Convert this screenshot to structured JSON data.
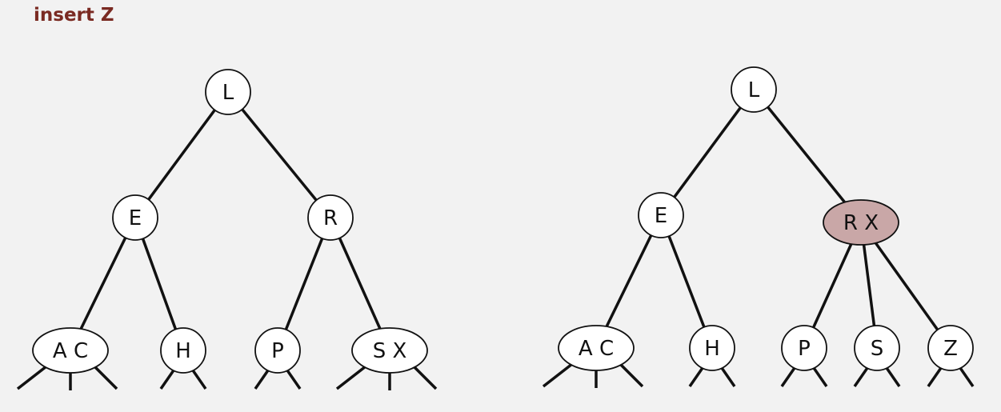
{
  "title": "insert Z",
  "colors": {
    "title": "#7a2a22",
    "node_fill": "#ffffff",
    "highlight_fill": "#c9a7a7",
    "edge": "#111111",
    "background": "#f2f2f2"
  },
  "trees": [
    {
      "id": "before",
      "nodes": [
        {
          "id": "L",
          "label": "L"
        },
        {
          "id": "E",
          "label": "E"
        },
        {
          "id": "R",
          "label": "R"
        },
        {
          "id": "AC",
          "label": "A C"
        },
        {
          "id": "H",
          "label": "H"
        },
        {
          "id": "P",
          "label": "P"
        },
        {
          "id": "SX",
          "label": "S X"
        }
      ],
      "edges": [
        [
          "L",
          "E"
        ],
        [
          "L",
          "R"
        ],
        [
          "E",
          "AC"
        ],
        [
          "E",
          "H"
        ],
        [
          "R",
          "P"
        ],
        [
          "R",
          "SX"
        ]
      ]
    },
    {
      "id": "after",
      "nodes": [
        {
          "id": "L",
          "label": "L"
        },
        {
          "id": "E",
          "label": "E"
        },
        {
          "id": "RX",
          "label": "R X",
          "highlight": true
        },
        {
          "id": "AC",
          "label": "A C"
        },
        {
          "id": "H",
          "label": "H"
        },
        {
          "id": "P",
          "label": "P"
        },
        {
          "id": "S",
          "label": "S"
        },
        {
          "id": "Z",
          "label": "Z"
        }
      ],
      "edges": [
        [
          "L",
          "E"
        ],
        [
          "L",
          "RX"
        ],
        [
          "E",
          "AC"
        ],
        [
          "E",
          "H"
        ],
        [
          "RX",
          "P"
        ],
        [
          "RX",
          "S"
        ],
        [
          "RX",
          "Z"
        ]
      ]
    }
  ]
}
